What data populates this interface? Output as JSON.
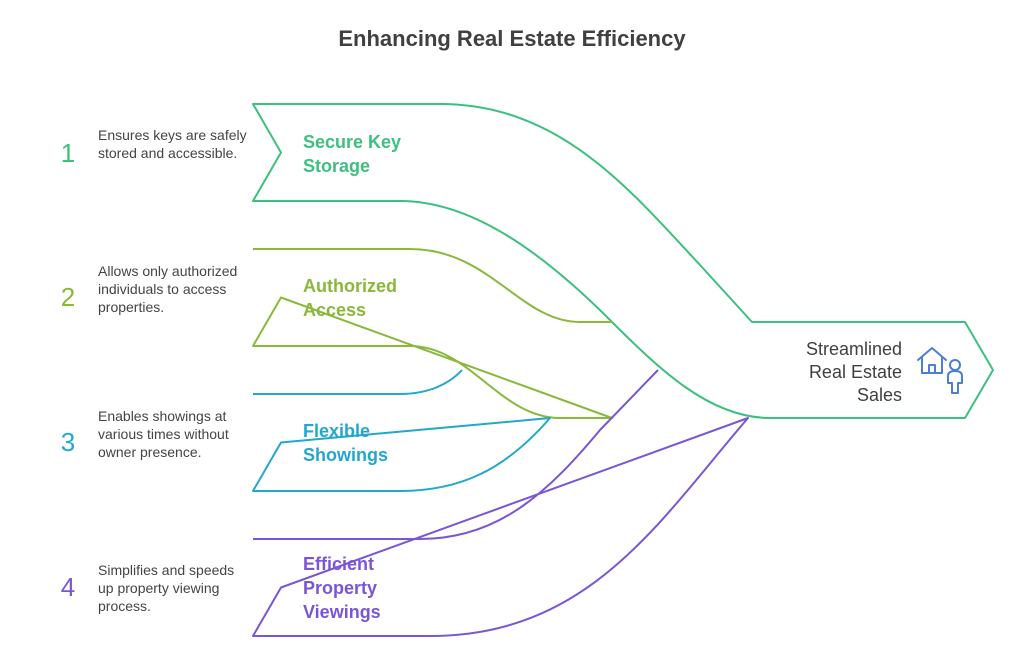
{
  "title": "Enhancing Real Estate Efficiency",
  "steps": [
    {
      "number": "1",
      "label": "Secure Key Storage",
      "description": "Ensures keys are safely stored and accessible.",
      "color": "#3cc07e"
    },
    {
      "number": "2",
      "label": "Authorized Access",
      "description": "Allows only authorized individuals to access properties.",
      "color": "#8ab83a"
    },
    {
      "number": "3",
      "label": "Flexible Showings",
      "description": "Enables showings at various times without owner presence.",
      "color": "#22a8cc"
    },
    {
      "number": "4",
      "label": "Efficient Property Viewings",
      "description": "Simplifies and speeds up property viewing process.",
      "color": "#7a55d6"
    }
  ],
  "result": {
    "label": "Streamlined Real Estate Sales",
    "icon": "house-person-icon",
    "color": "#3cc07e",
    "icon_color": "#4a7fd6"
  }
}
